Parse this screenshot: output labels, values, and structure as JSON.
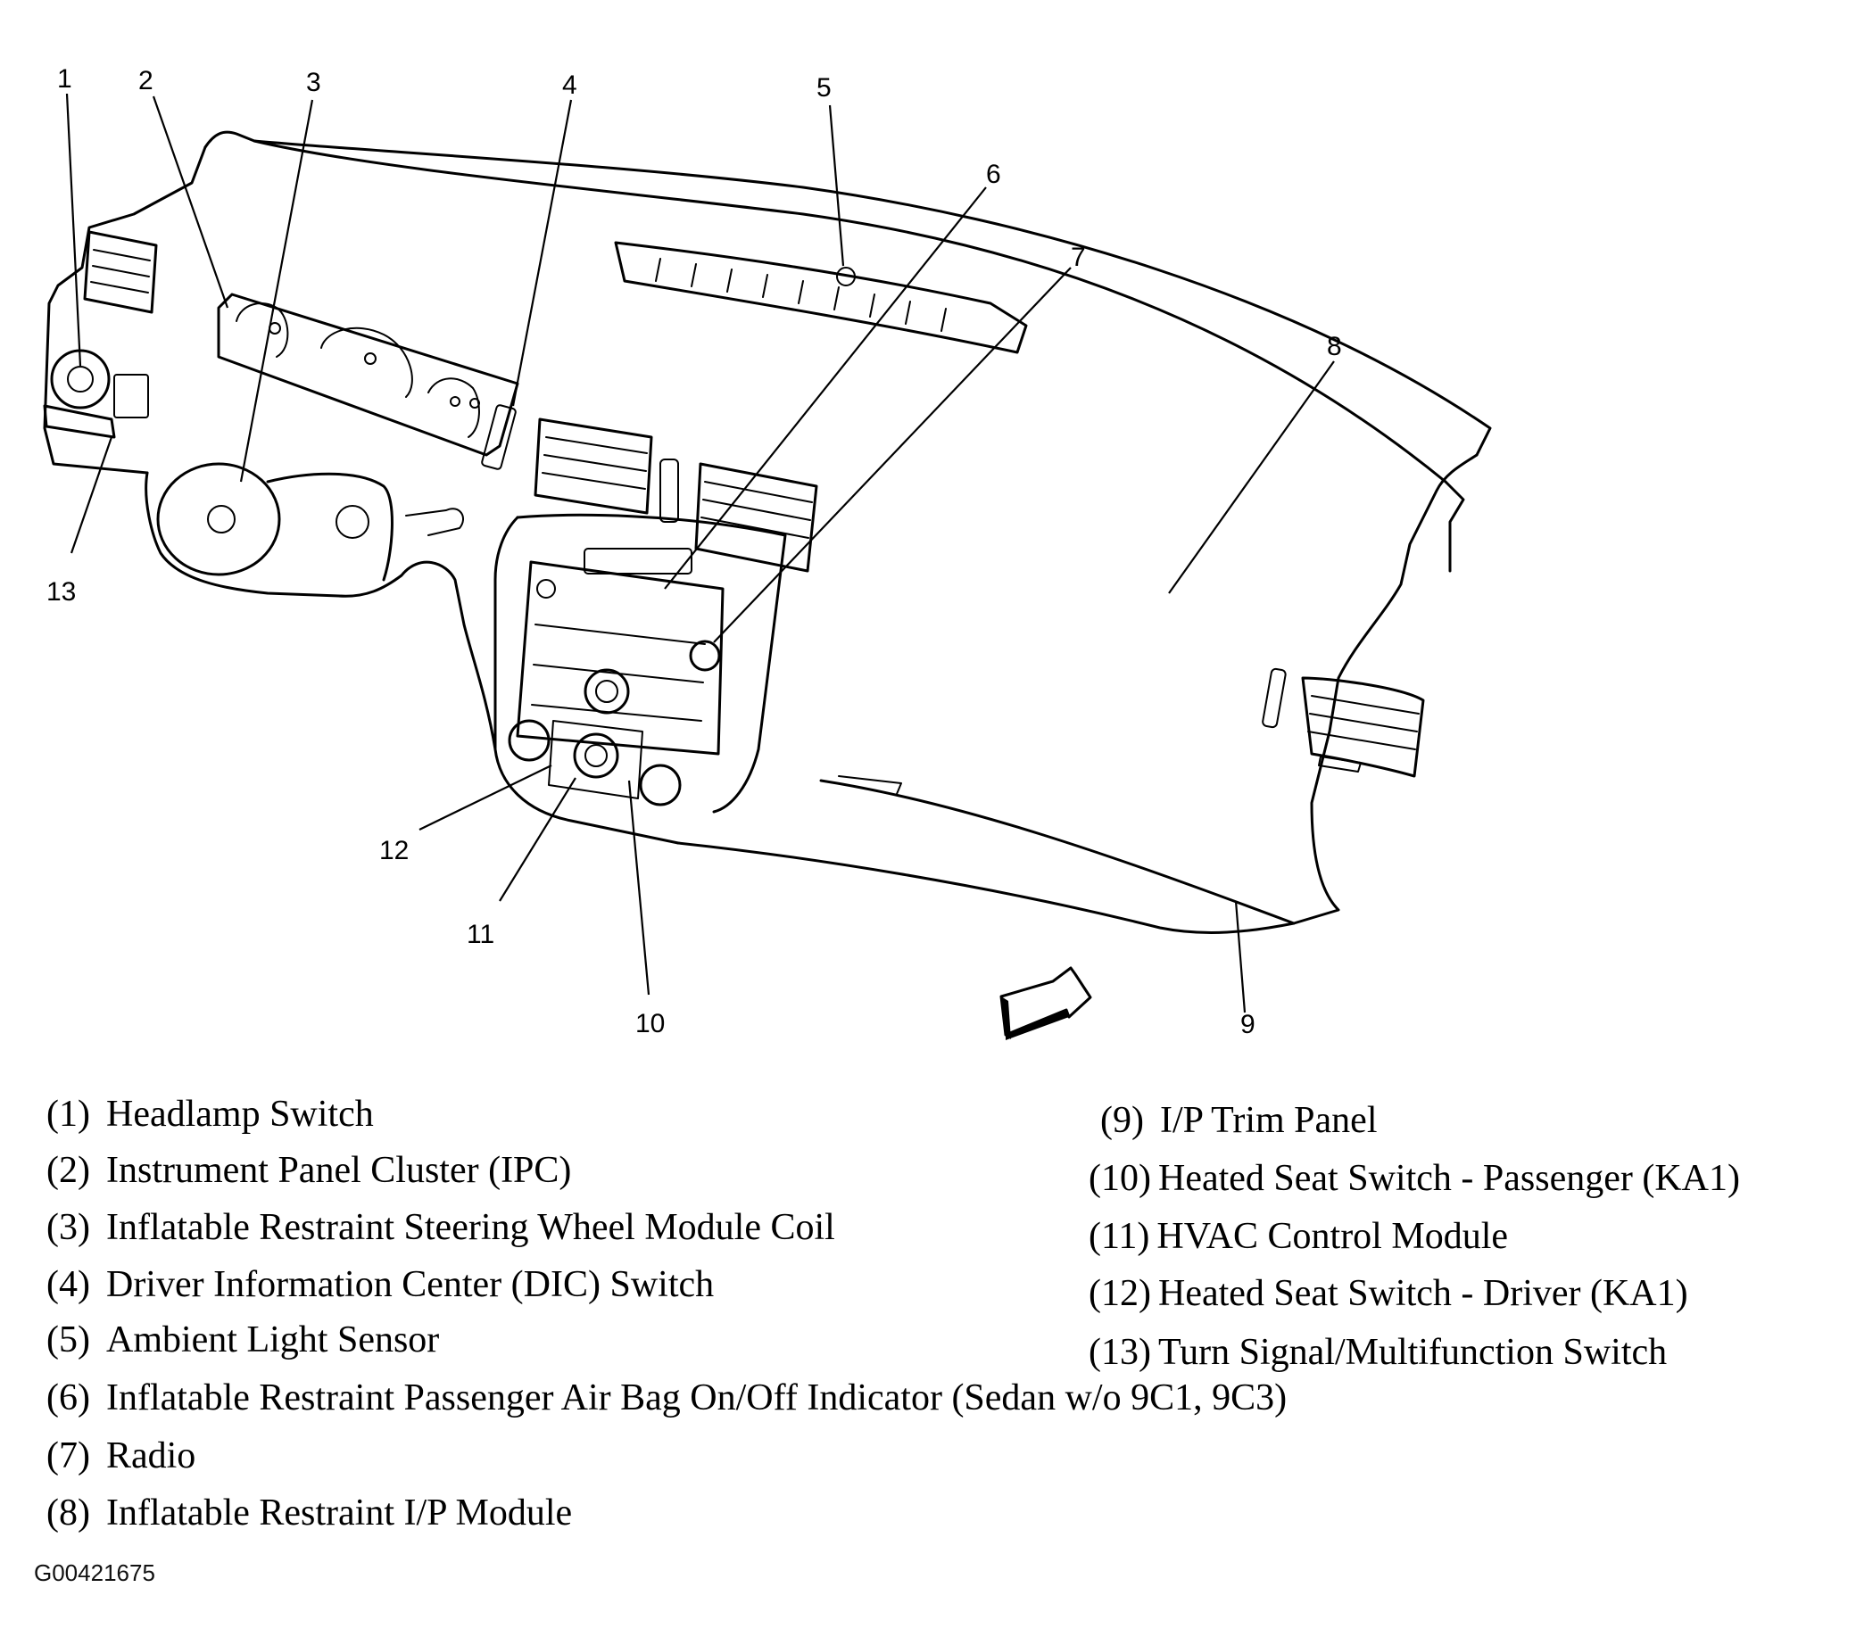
{
  "callouts": [
    {
      "id": "1",
      "label": "1"
    },
    {
      "id": "2",
      "label": "2"
    },
    {
      "id": "3",
      "label": "3"
    },
    {
      "id": "4",
      "label": "4"
    },
    {
      "id": "5",
      "label": "5"
    },
    {
      "id": "6",
      "label": "6"
    },
    {
      "id": "7",
      "label": "7"
    },
    {
      "id": "8",
      "label": "8"
    },
    {
      "id": "9",
      "label": "9"
    },
    {
      "id": "10",
      "label": "10"
    },
    {
      "id": "11",
      "label": "11"
    },
    {
      "id": "12",
      "label": "12"
    },
    {
      "id": "13",
      "label": "13"
    }
  ],
  "legend": [
    {
      "num": "(1)",
      "text": "Headlamp Switch"
    },
    {
      "num": "(2)",
      "text": "Instrument Panel Cluster (IPC)"
    },
    {
      "num": "(3)",
      "text": "Inflatable Restraint Steering Wheel Module Coil"
    },
    {
      "num": "(4)",
      "text": "Driver Information Center (DIC) Switch"
    },
    {
      "num": "(5)",
      "text": "Ambient Light Sensor"
    },
    {
      "num": "(6)",
      "text": "Inflatable Restraint Passenger Air Bag On/Off Indicator (Sedan w/o 9C1, 9C3)"
    },
    {
      "num": "(7)",
      "text": "Radio"
    },
    {
      "num": "(8)",
      "text": "Inflatable Restraint I/P Module"
    },
    {
      "num": "(9)",
      "text": "I/P Trim Panel"
    },
    {
      "num": "(10)",
      "text": "Heated Seat Switch - Passenger (KA1)"
    },
    {
      "num": "(11)",
      "text": "HVAC Control Module"
    },
    {
      "num": "(12)",
      "text": "Heated Seat Switch - Driver (KA1)"
    },
    {
      "num": "(13)",
      "text": "Turn Signal/Multifunction Switch"
    }
  ],
  "figure_id": "G00421675"
}
